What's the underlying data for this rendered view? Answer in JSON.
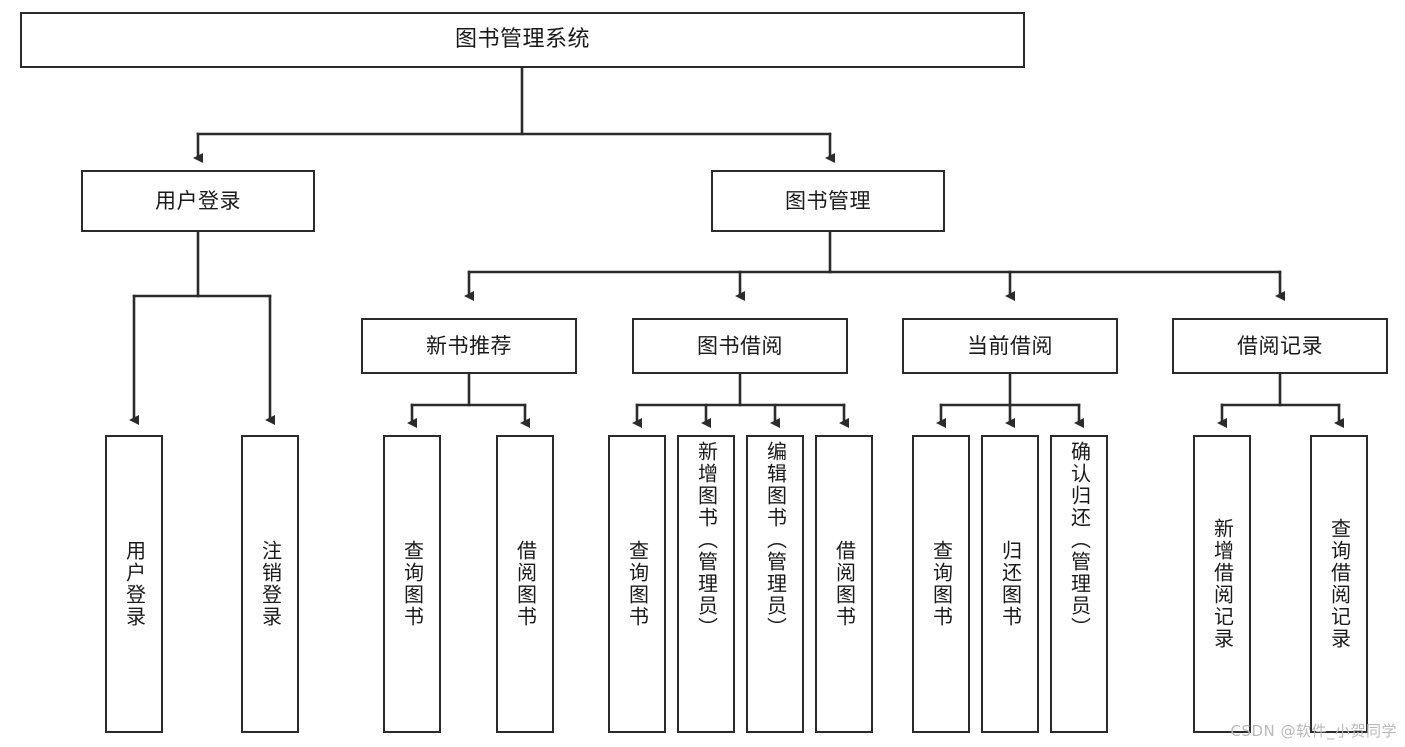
{
  "diagram": {
    "type": "tree",
    "title": "图书管理系统",
    "orientation": "top-down",
    "style": {
      "background": "#ffffff",
      "box_border": "#2b2b2b",
      "box_fill": "#ffffff",
      "text_color": "#1a1a1a",
      "edge_color": "#2b2b2b",
      "watermark_color": "#b9b9b9"
    },
    "root": {
      "label": "图书管理系统"
    },
    "level2": [
      {
        "label": "用户登录"
      },
      {
        "label": "图书管理"
      }
    ],
    "level3": [
      {
        "label": "新书推荐"
      },
      {
        "label": "图书借阅"
      },
      {
        "label": "当前借阅"
      },
      {
        "label": "借阅记录"
      }
    ],
    "leaves": {
      "user_login": [
        {
          "label": "用户登录"
        },
        {
          "label": "注销登录"
        }
      ],
      "new_book_recommend": [
        {
          "label": "查询图书"
        },
        {
          "label": "借阅图书"
        }
      ],
      "book_borrow": [
        {
          "label": "查询图书"
        },
        {
          "label": "新增图书（管理员）"
        },
        {
          "label": "编辑图书（管理员）"
        },
        {
          "label": "借阅图书"
        }
      ],
      "current_borrow": [
        {
          "label": "查询图书"
        },
        {
          "label": "归还图书"
        },
        {
          "label": "确认归还（管理员）"
        }
      ],
      "borrow_record": [
        {
          "label": "新增借阅记录"
        },
        {
          "label": "查询借阅记录"
        }
      ]
    }
  },
  "watermark": {
    "text": "CSDN @软件_小贺同学"
  }
}
